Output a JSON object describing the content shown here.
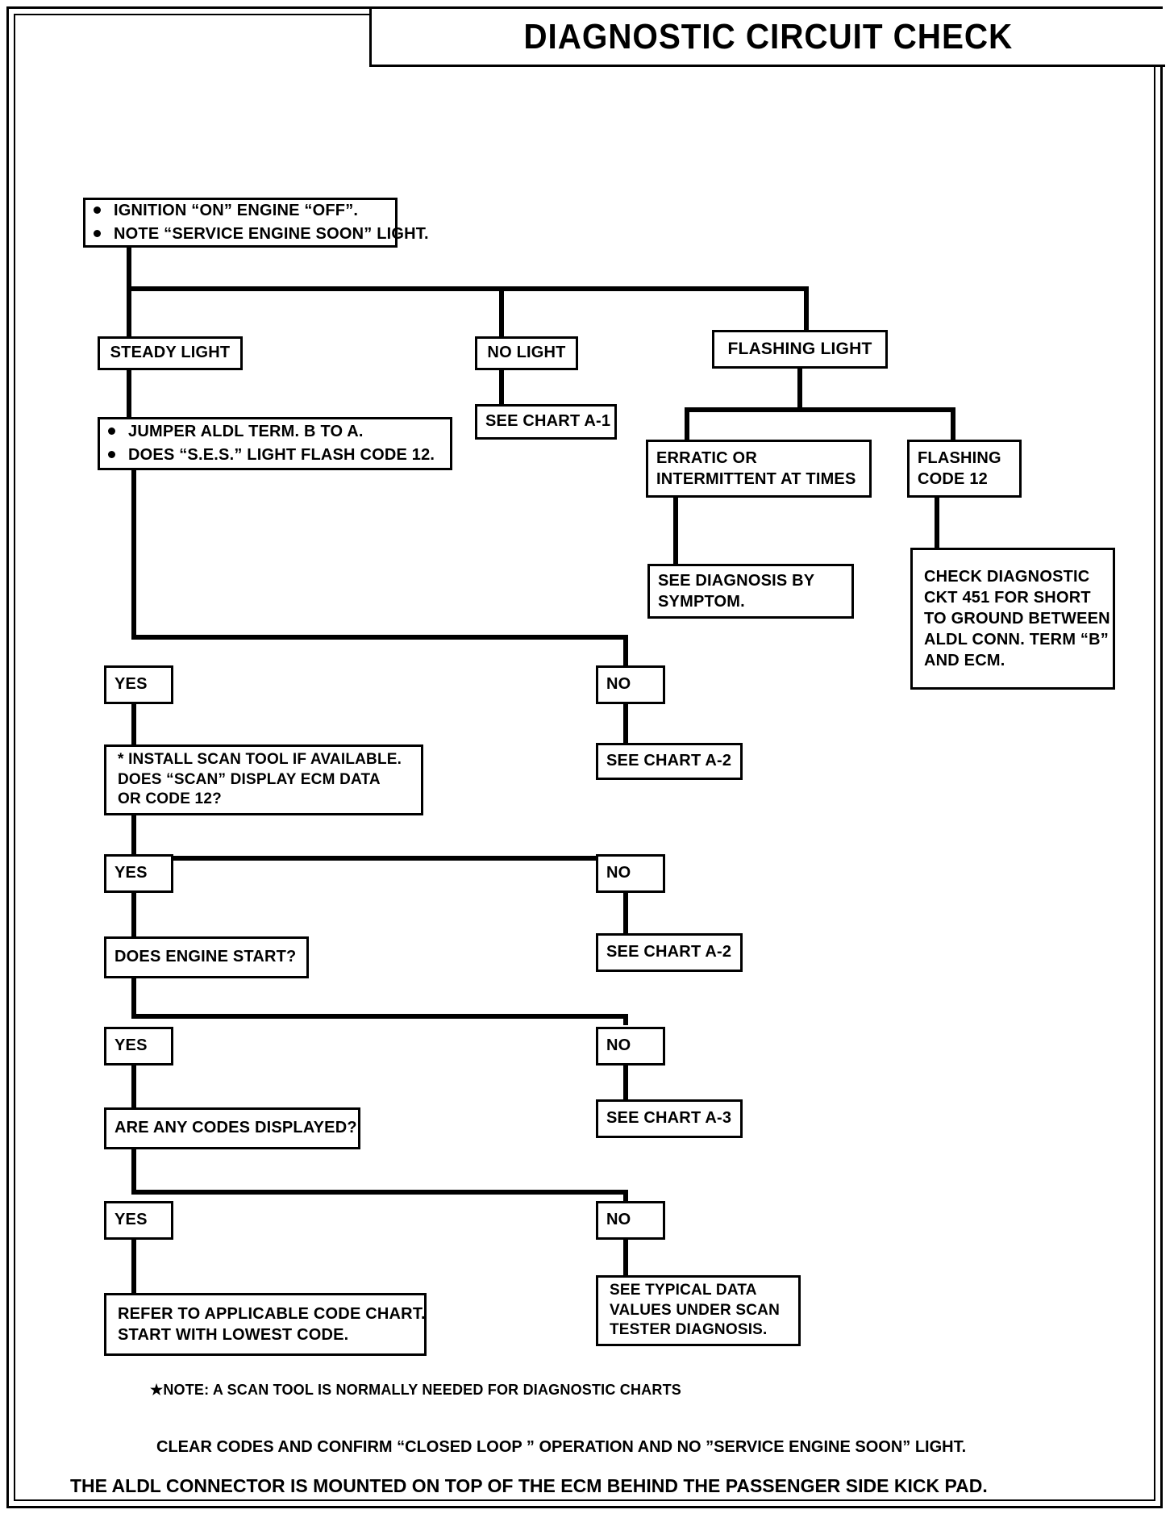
{
  "title": "DIAGNOSTIC CIRCUIT CHECK",
  "start_box": {
    "bullets": [
      "IGNITION “ON” ENGINE  “OFF”.",
      "NOTE “SERVICE ENGINE SOON” LIGHT."
    ]
  },
  "branches": {
    "steady_light": "STEADY LIGHT",
    "no_light": "NO LIGHT",
    "flashing_light": "FLASHING LIGHT"
  },
  "jumper_box": {
    "bullets": [
      "JUMPER  ALDL TERM. B TO A.",
      "DOES “S.E.S.” LIGHT FLASH CODE 12."
    ]
  },
  "chart_a1": "SEE CHART A-1",
  "erratic_box": {
    "lines": [
      "ERRATIC OR",
      "INTERMITTENT AT TIMES"
    ]
  },
  "flashing_code_box": {
    "lines": [
      "FLASHING",
      "CODE 12"
    ]
  },
  "diagnosis_symptom_box": {
    "lines": [
      "SEE DIAGNOSIS BY",
      "SYMPTOM."
    ]
  },
  "ckt451_box": {
    "lines": [
      "CHECK DIAGNOSTIC",
      "CKT 451 FOR SHORT",
      "TO GROUND BETWEEN",
      "ALDL CONN. TERM “B”",
      "AND ECM."
    ]
  },
  "decisions": [
    {
      "yes": "YES",
      "no": "NO",
      "question_lines": [
        "* INSTALL  SCAN  TOOL  IF  AVAILABLE.",
        "DOES “SCAN” DISPLAY ECM DATA",
        "OR CODE 12?"
      ],
      "no_result": "SEE CHART A-2"
    },
    {
      "yes": "YES",
      "no": "NO",
      "question_lines": [
        "DOES ENGINE START?"
      ],
      "no_result": "SEE CHART A-2"
    },
    {
      "yes": "YES",
      "no": "NO",
      "question_lines": [
        "ARE ANY CODES DISPLAYED?"
      ],
      "no_result": "SEE CHART A-3"
    },
    {
      "yes": "YES",
      "no": "NO",
      "question_lines": [],
      "no_result": ""
    }
  ],
  "final_yes_box": {
    "lines": [
      "REFER TO APPLICABLE CODE CHART.",
      "START WITH LOWEST CODE."
    ]
  },
  "final_no_box": {
    "lines": [
      "SEE TYPICAL DATA",
      "VALUES UNDER SCAN",
      "TESTER DIAGNOSIS."
    ]
  },
  "footer": {
    "note": "★NOTE: A  SCAN  TOOL  IS  NORMALLY  NEEDED  FOR  DIAGNOSTIC  CHARTS",
    "clear_codes": "CLEAR CODES AND CONFIRM “CLOSED LOOP ” OPERATION AND NO ”SERVICE ENGINE SOON” LIGHT.",
    "aldl_note": "THE ALDL CONNECTOR IS MOUNTED ON TOP OF THE ECM BEHIND THE PASSENGER SIDE KICK PAD."
  }
}
